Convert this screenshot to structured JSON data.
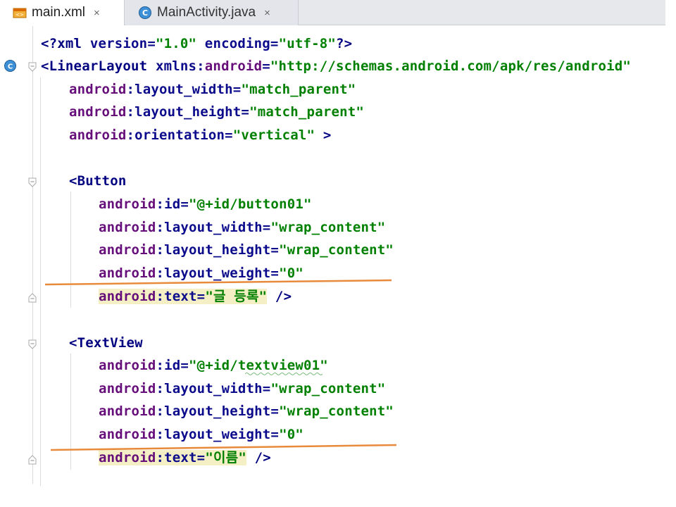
{
  "tabs": [
    {
      "label": "main.xml",
      "close": "×",
      "icon": "xml-file-icon"
    },
    {
      "label": "MainActivity.java",
      "close": "×",
      "icon": "java-class-icon"
    }
  ],
  "code": {
    "l1": {
      "t1": "<?",
      "t2": "xml",
      "t3": " version=",
      "t4": "\"1.0\"",
      "t5": " encoding=",
      "t6": "\"utf-8\"",
      "t7": "?>"
    },
    "l2": {
      "t1": "<LinearLayout",
      "t2": " xmlns:",
      "t3": "android",
      "t4": "=",
      "t5": "\"http://schemas.android.com/apk/res/android\""
    },
    "l3": {
      "t1": "android",
      "t2": ":layout_width=",
      "t3": "\"match_parent\""
    },
    "l4": {
      "t1": "android",
      "t2": ":layout_height=",
      "t3": "\"match_parent\""
    },
    "l5": {
      "t1": "android",
      "t2": ":orientation=",
      "t3": "\"vertical\"",
      "t4": " >"
    },
    "l7": {
      "t1": "<Button"
    },
    "l8": {
      "t1": "android",
      "t2": ":id=",
      "t3": "\"@+id/button01\""
    },
    "l9": {
      "t1": "android",
      "t2": ":layout_width=",
      "t3": "\"wrap_content\""
    },
    "l10": {
      "t1": "android",
      "t2": ":layout_height=",
      "t3": "\"wrap_content\""
    },
    "l11": {
      "t1": "android",
      "t2": ":layout_weight=",
      "t3": "\"0\""
    },
    "l12": {
      "t1": "android",
      "t2": ":text=",
      "t3": "\"글 등록\"",
      "t4": " />"
    },
    "l14": {
      "t1": "<TextView"
    },
    "l15": {
      "t1": "android",
      "t2": ":id=",
      "t3": "\"@+id/textview01\""
    },
    "l16": {
      "t1": "android",
      "t2": ":layout_width=",
      "t3": "\"wrap_content\""
    },
    "l17": {
      "t1": "android",
      "t2": ":layout_height=",
      "t3": "\"wrap_content\""
    },
    "l18": {
      "t1": "android",
      "t2": ":layout_weight=",
      "t3": "\"0\""
    },
    "l19": {
      "t1": "android",
      "t2": ":text=",
      "t3": "\"이름\"",
      "t4": " />"
    }
  },
  "colors": {
    "annotation_line": "#e88a3c",
    "highlight": "#f4efc5"
  }
}
